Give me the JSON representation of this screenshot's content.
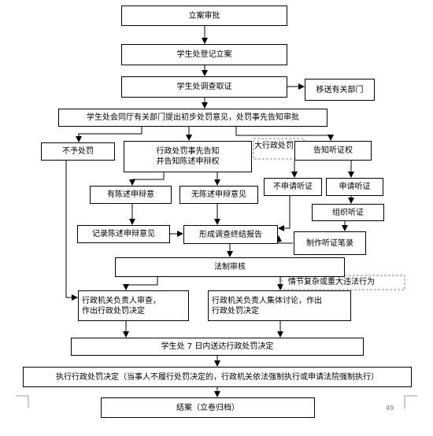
{
  "nodes": {
    "register": "立案审批",
    "student_register": "学生处登记立案",
    "investigate": "学生处调查取证",
    "transfer": "移送有关部门",
    "initial_opinion": "学生处会同厅有关部门提出初步处罚意见，处罚事先告知审批",
    "no_penalty": "不予处罚",
    "prior_notice": "行政处罚事先告知\n并告知陈述申辩权",
    "notify_hearing": "告知听证权",
    "has_statement": "有陈述申辩意",
    "no_statement": "无陈述申辩意见",
    "no_hearing_request": "不申请听证",
    "request_hearing": "申请听证",
    "organize_hearing": "组织听证",
    "record_statement": "记录陈述申辩意见",
    "final_report": "形成调查终结报告",
    "hearing_minutes": "制作听证笔录",
    "legal_review": "法制审核",
    "head_review": "行政机关负责人审查，\n作出行政处罚决定",
    "collective_discussion": "行政机关负责人集体讨论，作出\n行政处罚决定",
    "deliver": "学生处 7 日内送达行政处罚决定",
    "execute": "执行行政处罚决定（当事人不履行处罚决定的，行政机关依法强制执行或申请法院强制执行）",
    "close_case": "结案（立卷归档）"
  },
  "labels": {
    "major_penalty": "大行政处罚",
    "complex_case": "情节复杂或重大违法行为"
  },
  "page_number": "49"
}
